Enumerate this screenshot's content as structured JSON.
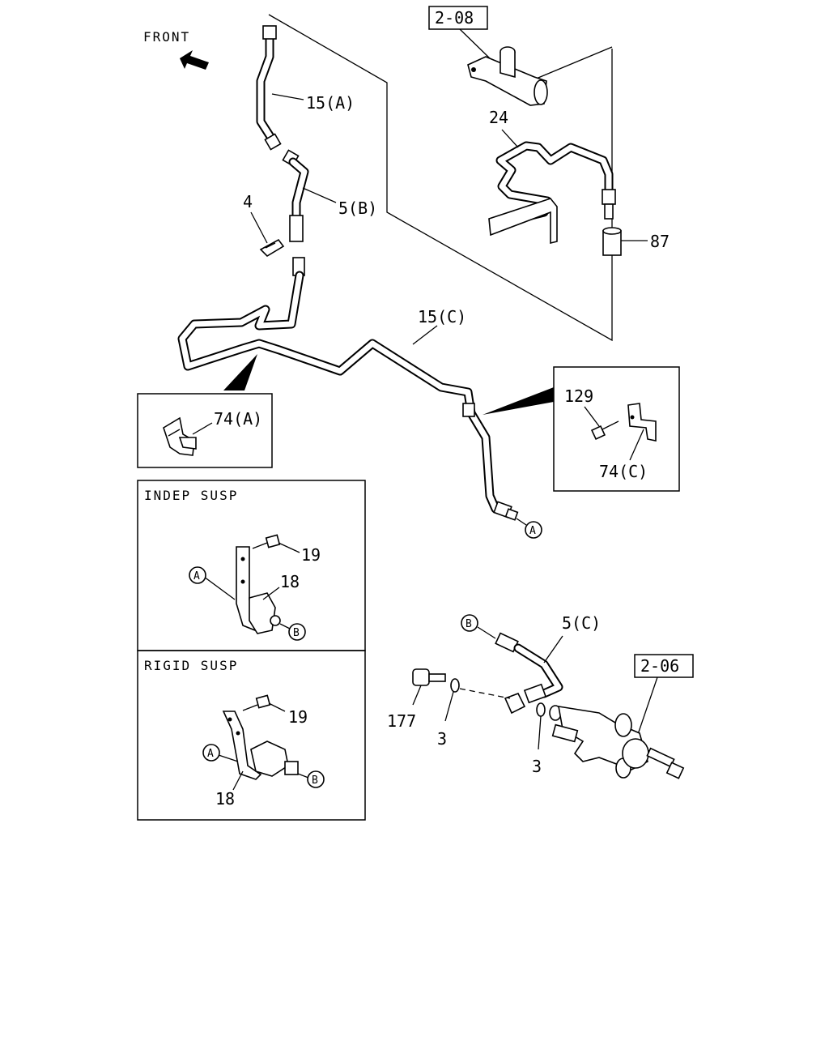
{
  "diagram": {
    "front_label": "FRONT",
    "callouts": {
      "ref_2_08": "2-08",
      "ref_2_06": "2-06",
      "pipe_15a": "15(A)",
      "hose_5b": "5(B)",
      "clip_4": "4",
      "pipe_24": "24",
      "part_87": "87",
      "pipe_15c": "15(C)",
      "clip_74a": "74(A)",
      "bolt_129": "129",
      "clip_74c": "74(C)",
      "hose_5c": "5(C)",
      "bolt_177": "177",
      "washer_3_left": "3",
      "washer_3_right": "3"
    },
    "indep_susp": {
      "title": "INDEP SUSP",
      "bolt": "19",
      "valve": "18",
      "conn_a": "A",
      "conn_b": "B"
    },
    "rigid_susp": {
      "title": "RIGID SUSP",
      "bolt": "19",
      "valve": "18",
      "conn_a": "A",
      "conn_b": "B"
    },
    "connectors": {
      "pipe_end_a": "A",
      "hose_end_b": "B"
    }
  }
}
